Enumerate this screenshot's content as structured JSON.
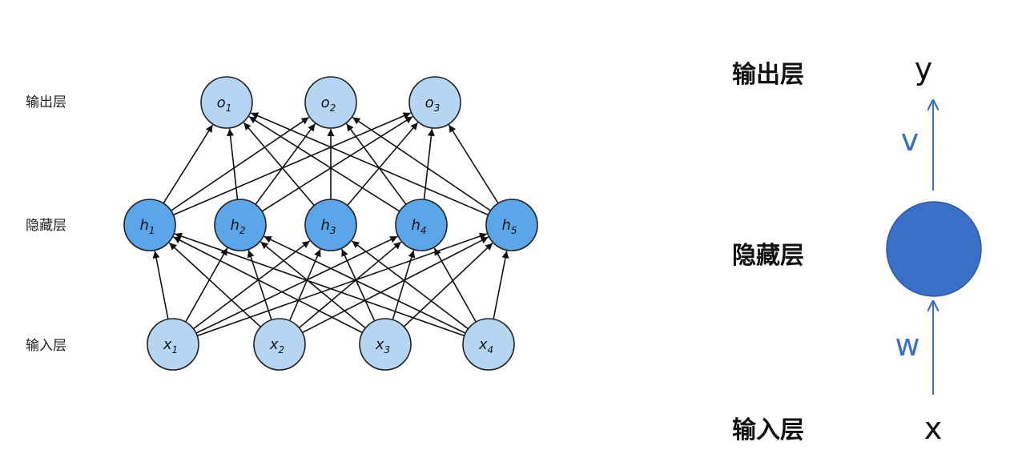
{
  "left_diagram": {
    "labels": {
      "output": "输出层",
      "hidden": "隐藏层",
      "input": "输入层"
    },
    "output_nodes": [
      {
        "base": "o",
        "sub": "1"
      },
      {
        "base": "o",
        "sub": "2"
      },
      {
        "base": "o",
        "sub": "3"
      }
    ],
    "hidden_nodes": [
      {
        "base": "h",
        "sub": "1"
      },
      {
        "base": "h",
        "sub": "2"
      },
      {
        "base": "h",
        "sub": "3"
      },
      {
        "base": "h",
        "sub": "4"
      },
      {
        "base": "h",
        "sub": "5"
      }
    ],
    "input_nodes": [
      {
        "base": "x",
        "sub": "1"
      },
      {
        "base": "x",
        "sub": "2"
      },
      {
        "base": "x",
        "sub": "3"
      },
      {
        "base": "x",
        "sub": "4"
      }
    ]
  },
  "right_diagram": {
    "labels": {
      "output": "输出层",
      "hidden": "隐藏层",
      "input": "输入层"
    },
    "output_var": "y",
    "input_var": "x",
    "weight_top": "v",
    "weight_bottom": "w"
  },
  "colors": {
    "light_node": "#b5d5f3",
    "dark_node": "#5aa6e8",
    "node_stroke": "#222222",
    "edge": "#111111",
    "right_node": "#3a70c6",
    "right_arrow": "#3a70c6"
  }
}
